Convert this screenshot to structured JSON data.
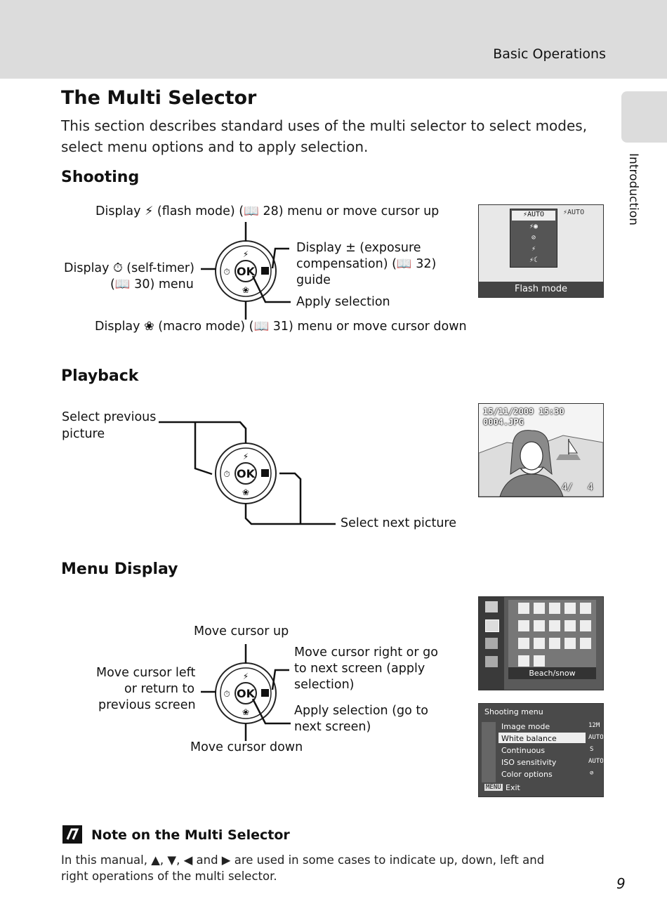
{
  "header": {
    "section": "Basic Operations",
    "side_tab": "Introduction"
  },
  "page_title": "The Multi Selector",
  "intro": "This section describes standard uses of the multi selector to select modes, select menu options and to apply selection.",
  "shooting": {
    "heading": "Shooting",
    "up": "Display ⚡ (flash mode) (📖 28) menu or move cursor up",
    "left_1": "Display ⏱ (self-timer)",
    "left_2": "(📖 30) menu",
    "right_1": "Display ± (exposure",
    "right_2": "compensation) (📖 32)",
    "right_3": "guide",
    "ok": "Apply selection",
    "down": "Display ❀ (macro mode) (📖 31) menu or move cursor down",
    "screen": {
      "caption": "Flash mode",
      "items": [
        "⚡AUTO",
        "⚡◉",
        "⊘",
        "⚡",
        "⚡☾"
      ],
      "corner": "⚡AUTO"
    }
  },
  "playback": {
    "heading": "Playback",
    "prev_1": "Select previous",
    "prev_2": "picture",
    "next": "Select next picture",
    "screen": {
      "date": "15/11/2009 15:30",
      "file": "0004.JPG",
      "count": "4/",
      "total": "4"
    }
  },
  "menu": {
    "heading": "Menu Display",
    "up": "Move cursor up",
    "left_1": "Move cursor left",
    "left_2": "or return to",
    "left_3": "previous screen",
    "right_1": "Move cursor right or go",
    "right_2": "to next screen (apply",
    "right_3": "selection)",
    "ok_1": "Apply selection (go to",
    "ok_2": "next screen)",
    "down": "Move cursor down",
    "scene_caption": "Beach/snow",
    "shooting_menu": {
      "title": "Shooting menu",
      "items": [
        "Image mode",
        "White balance",
        "Continuous",
        "ISO sensitivity",
        "Color options"
      ],
      "values": [
        "12M",
        "AUTO",
        "S",
        "AUTO",
        "⊘"
      ],
      "exit": "Exit",
      "menu_key": "MENU"
    }
  },
  "note": {
    "title": "Note on the Multi Selector",
    "body": "In this manual, ▲, ▼, ◀ and ▶ are used in some cases to indicate up, down, left and right operations of the multi selector."
  },
  "page_number": "9"
}
